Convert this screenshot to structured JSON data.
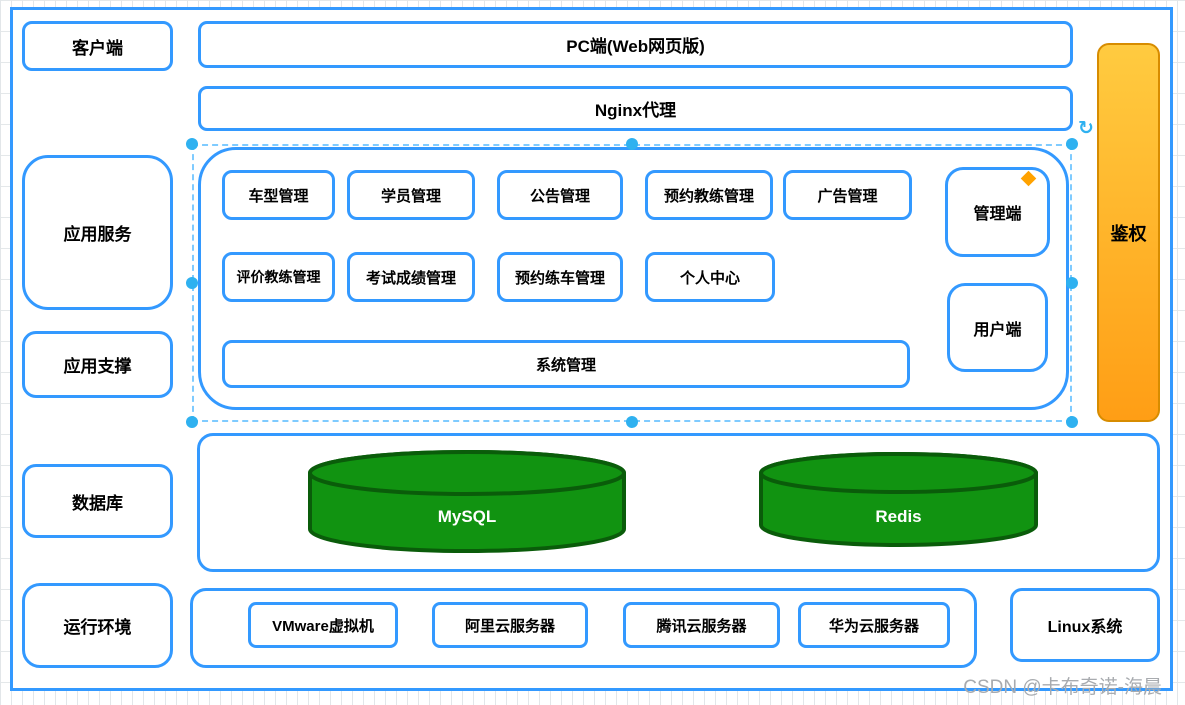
{
  "page": {
    "watermark": "CSDN @卡布奇诺-海晨"
  },
  "colors": {
    "shape_border_blue": "#3399ff",
    "selection_handle_blue": "#2fb1f0",
    "auth_gradient_top": "#ffcb40",
    "auth_gradient_bottom": "#ff9e15",
    "auth_border": "#d78c00",
    "cylinder_green_fill": "#119311",
    "cylinder_green_stroke": "#0a5c0a",
    "diamond_marker_orange": "#ffa200"
  },
  "icons": {
    "rotate": "↻"
  },
  "left_column": {
    "client": "客户端",
    "app_service": "应用服务",
    "app_support": "应用支撑",
    "database": "数据库",
    "runtime": "运行环境"
  },
  "top_bars": {
    "pc_web": "PC端(Web网页版)",
    "nginx": "Nginx代理"
  },
  "app_services": {
    "row1": [
      "车型管理",
      "学员管理",
      "公告管理",
      "预约教练管理",
      "广告管理"
    ],
    "row2": [
      "评价教练管理",
      "考试成绩管理",
      "预约练车管理",
      "个人中心"
    ],
    "system_management": "系统管理",
    "admin_client": "管理端",
    "user_client": "用户端"
  },
  "auth": {
    "label": "鉴权"
  },
  "database_layer": {
    "mysql": "MySQL",
    "redis": "Redis"
  },
  "runtime_layer": {
    "servers": [
      "VMware虚拟机",
      "阿里云服务器",
      "腾讯云服务器",
      "华为云服务器"
    ],
    "os": "Linux系统"
  }
}
